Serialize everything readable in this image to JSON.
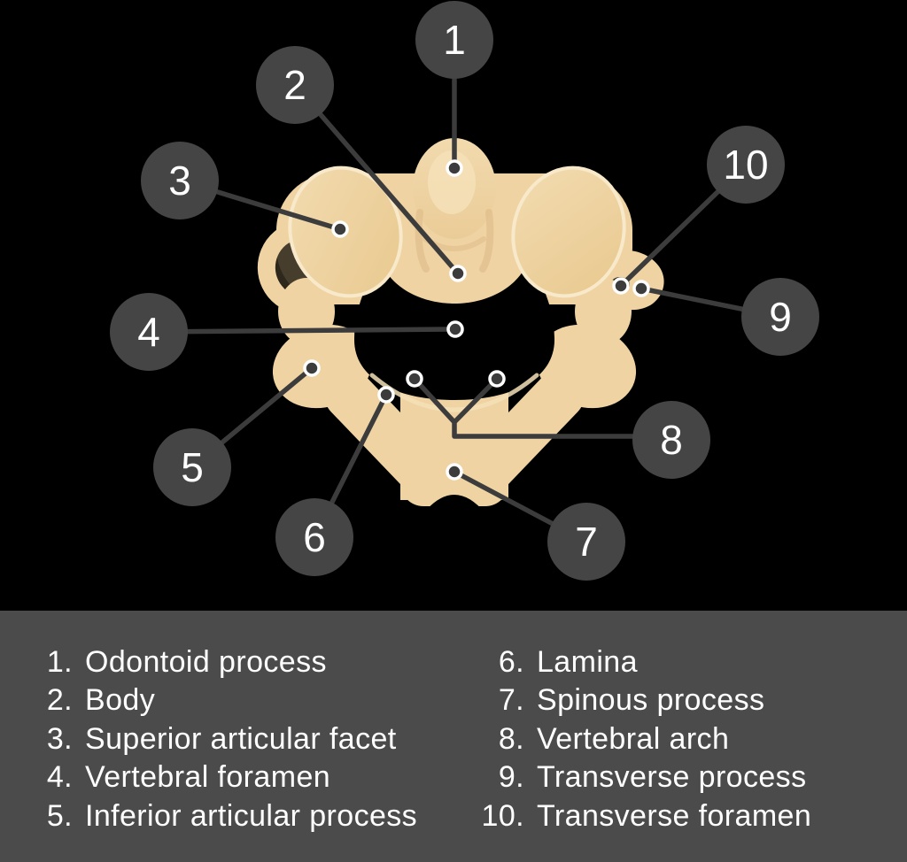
{
  "colors": {
    "background": "#000000",
    "legend-bg": "#4B4B4B",
    "text": "#FFFFFF",
    "marker-circle": "#454545",
    "leader-line": "#3C3C3C",
    "dot-ring": "#FFFFFF",
    "bone": "#EFD3A3",
    "bone-deep": "#E0BE8A",
    "bone-rim": "#F7E9CA",
    "bone-hi": "#F4E0B9",
    "crease": "#332C1F"
  },
  "markers": [
    {
      "number": "1"
    },
    {
      "number": "2"
    },
    {
      "number": "3"
    },
    {
      "number": "4"
    },
    {
      "number": "5"
    },
    {
      "number": "6"
    },
    {
      "number": "7"
    },
    {
      "number": "8"
    },
    {
      "number": "9"
    },
    {
      "number": "10"
    }
  ],
  "legend": {
    "left": [
      {
        "num": "1.",
        "label": "Odontoid process"
      },
      {
        "num": "2.",
        "label": "Body"
      },
      {
        "num": "3.",
        "label": "Superior articular facet"
      },
      {
        "num": "4.",
        "label": "Vertebral foramen"
      },
      {
        "num": "5.",
        "label": "Inferior articular process"
      }
    ],
    "right": [
      {
        "num": "6.",
        "label": "Lamina"
      },
      {
        "num": "7.",
        "label": "Spinous process"
      },
      {
        "num": "8.",
        "label": "Vertebral arch"
      },
      {
        "num": "9.",
        "label": "Transverse process"
      },
      {
        "num": "10.",
        "label": "Transverse foramen"
      }
    ]
  }
}
